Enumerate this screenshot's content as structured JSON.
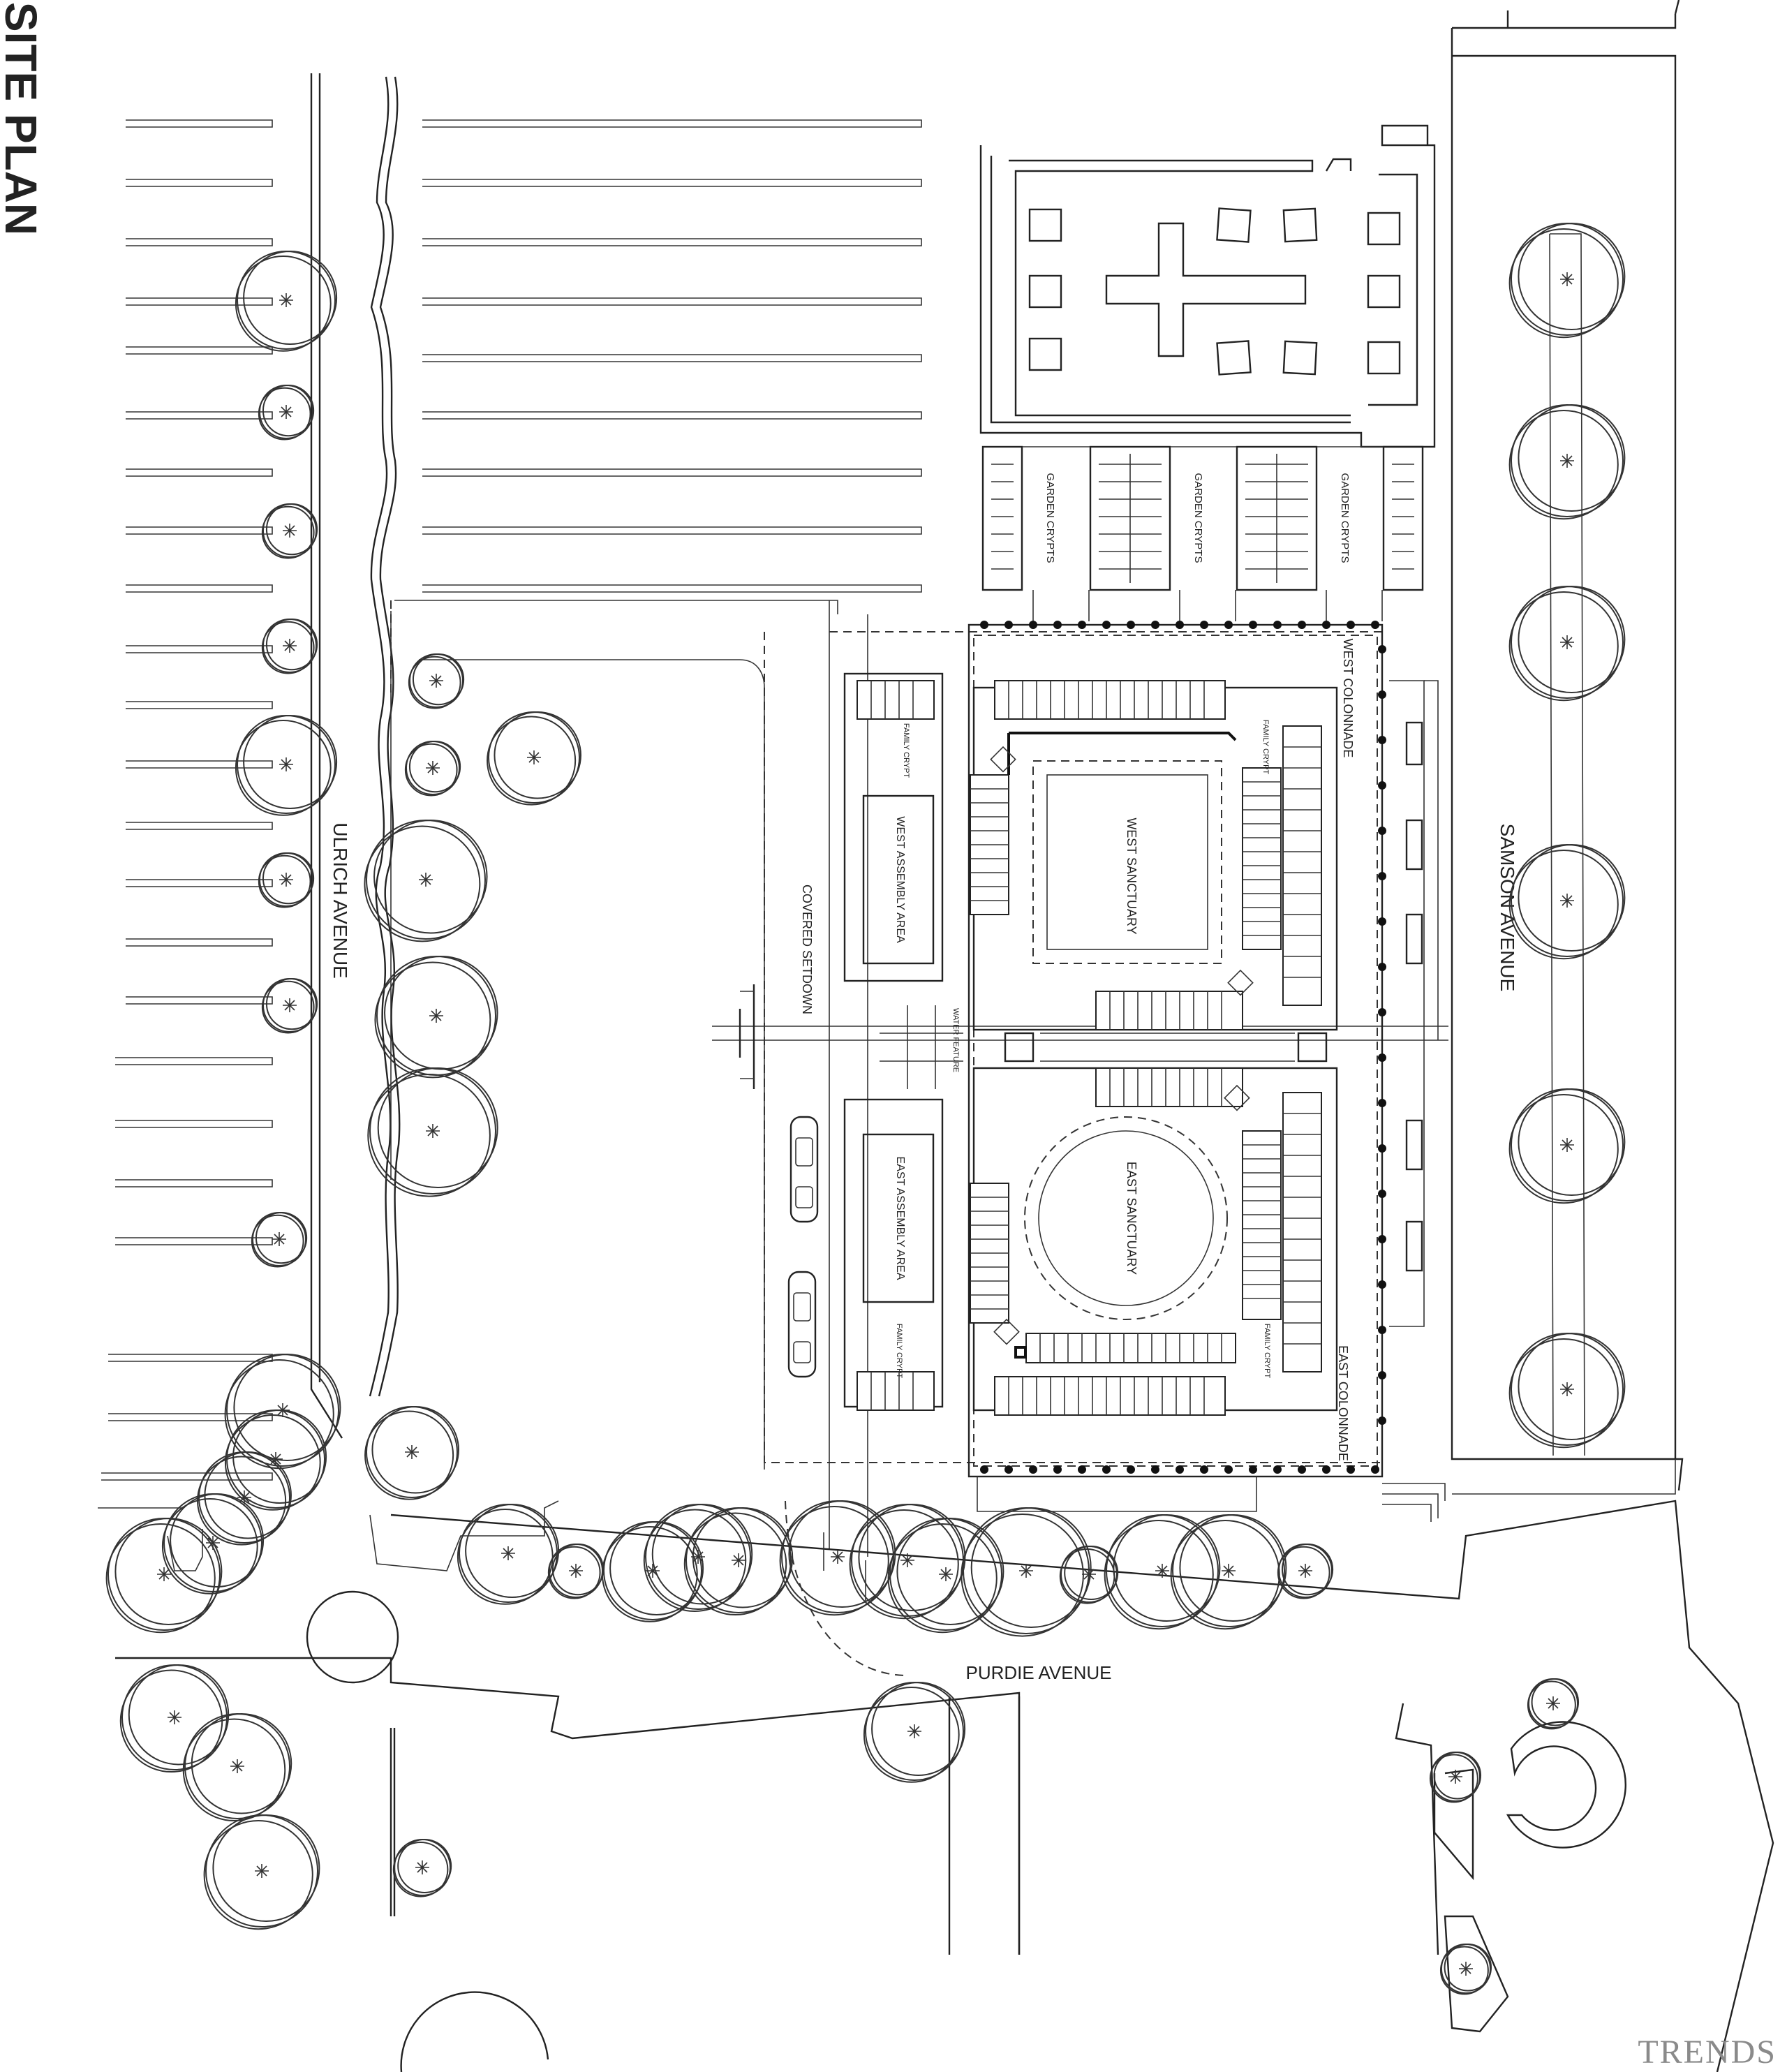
{
  "title": "SITE PLAN",
  "watermark": "TRENDS",
  "streets": {
    "west": "ULRICH AVENUE",
    "east": "SAMSON AVENUE",
    "south": "PURDIE AVENUE"
  },
  "labels": {
    "garden_crypts": "GARDEN CRYPTS",
    "west_colonnade": "WEST COLONNADE",
    "east_colonnade": "EAST COLONNADE",
    "west_sanctuary": "WEST SANCTUARY",
    "east_sanctuary": "EAST SANCTUARY",
    "west_assembly": "WEST ASSEMBLY AREA",
    "east_assembly": "EAST ASSEMBLY AREA",
    "family_crypt": "FAMILY CRYPT",
    "covered_setdown": "COVERED SETDOWN",
    "water_feature": "WATER FEATURE"
  },
  "colors": {
    "line": "#222222",
    "background": "#ffffff",
    "watermark": "#8a8a8a"
  }
}
